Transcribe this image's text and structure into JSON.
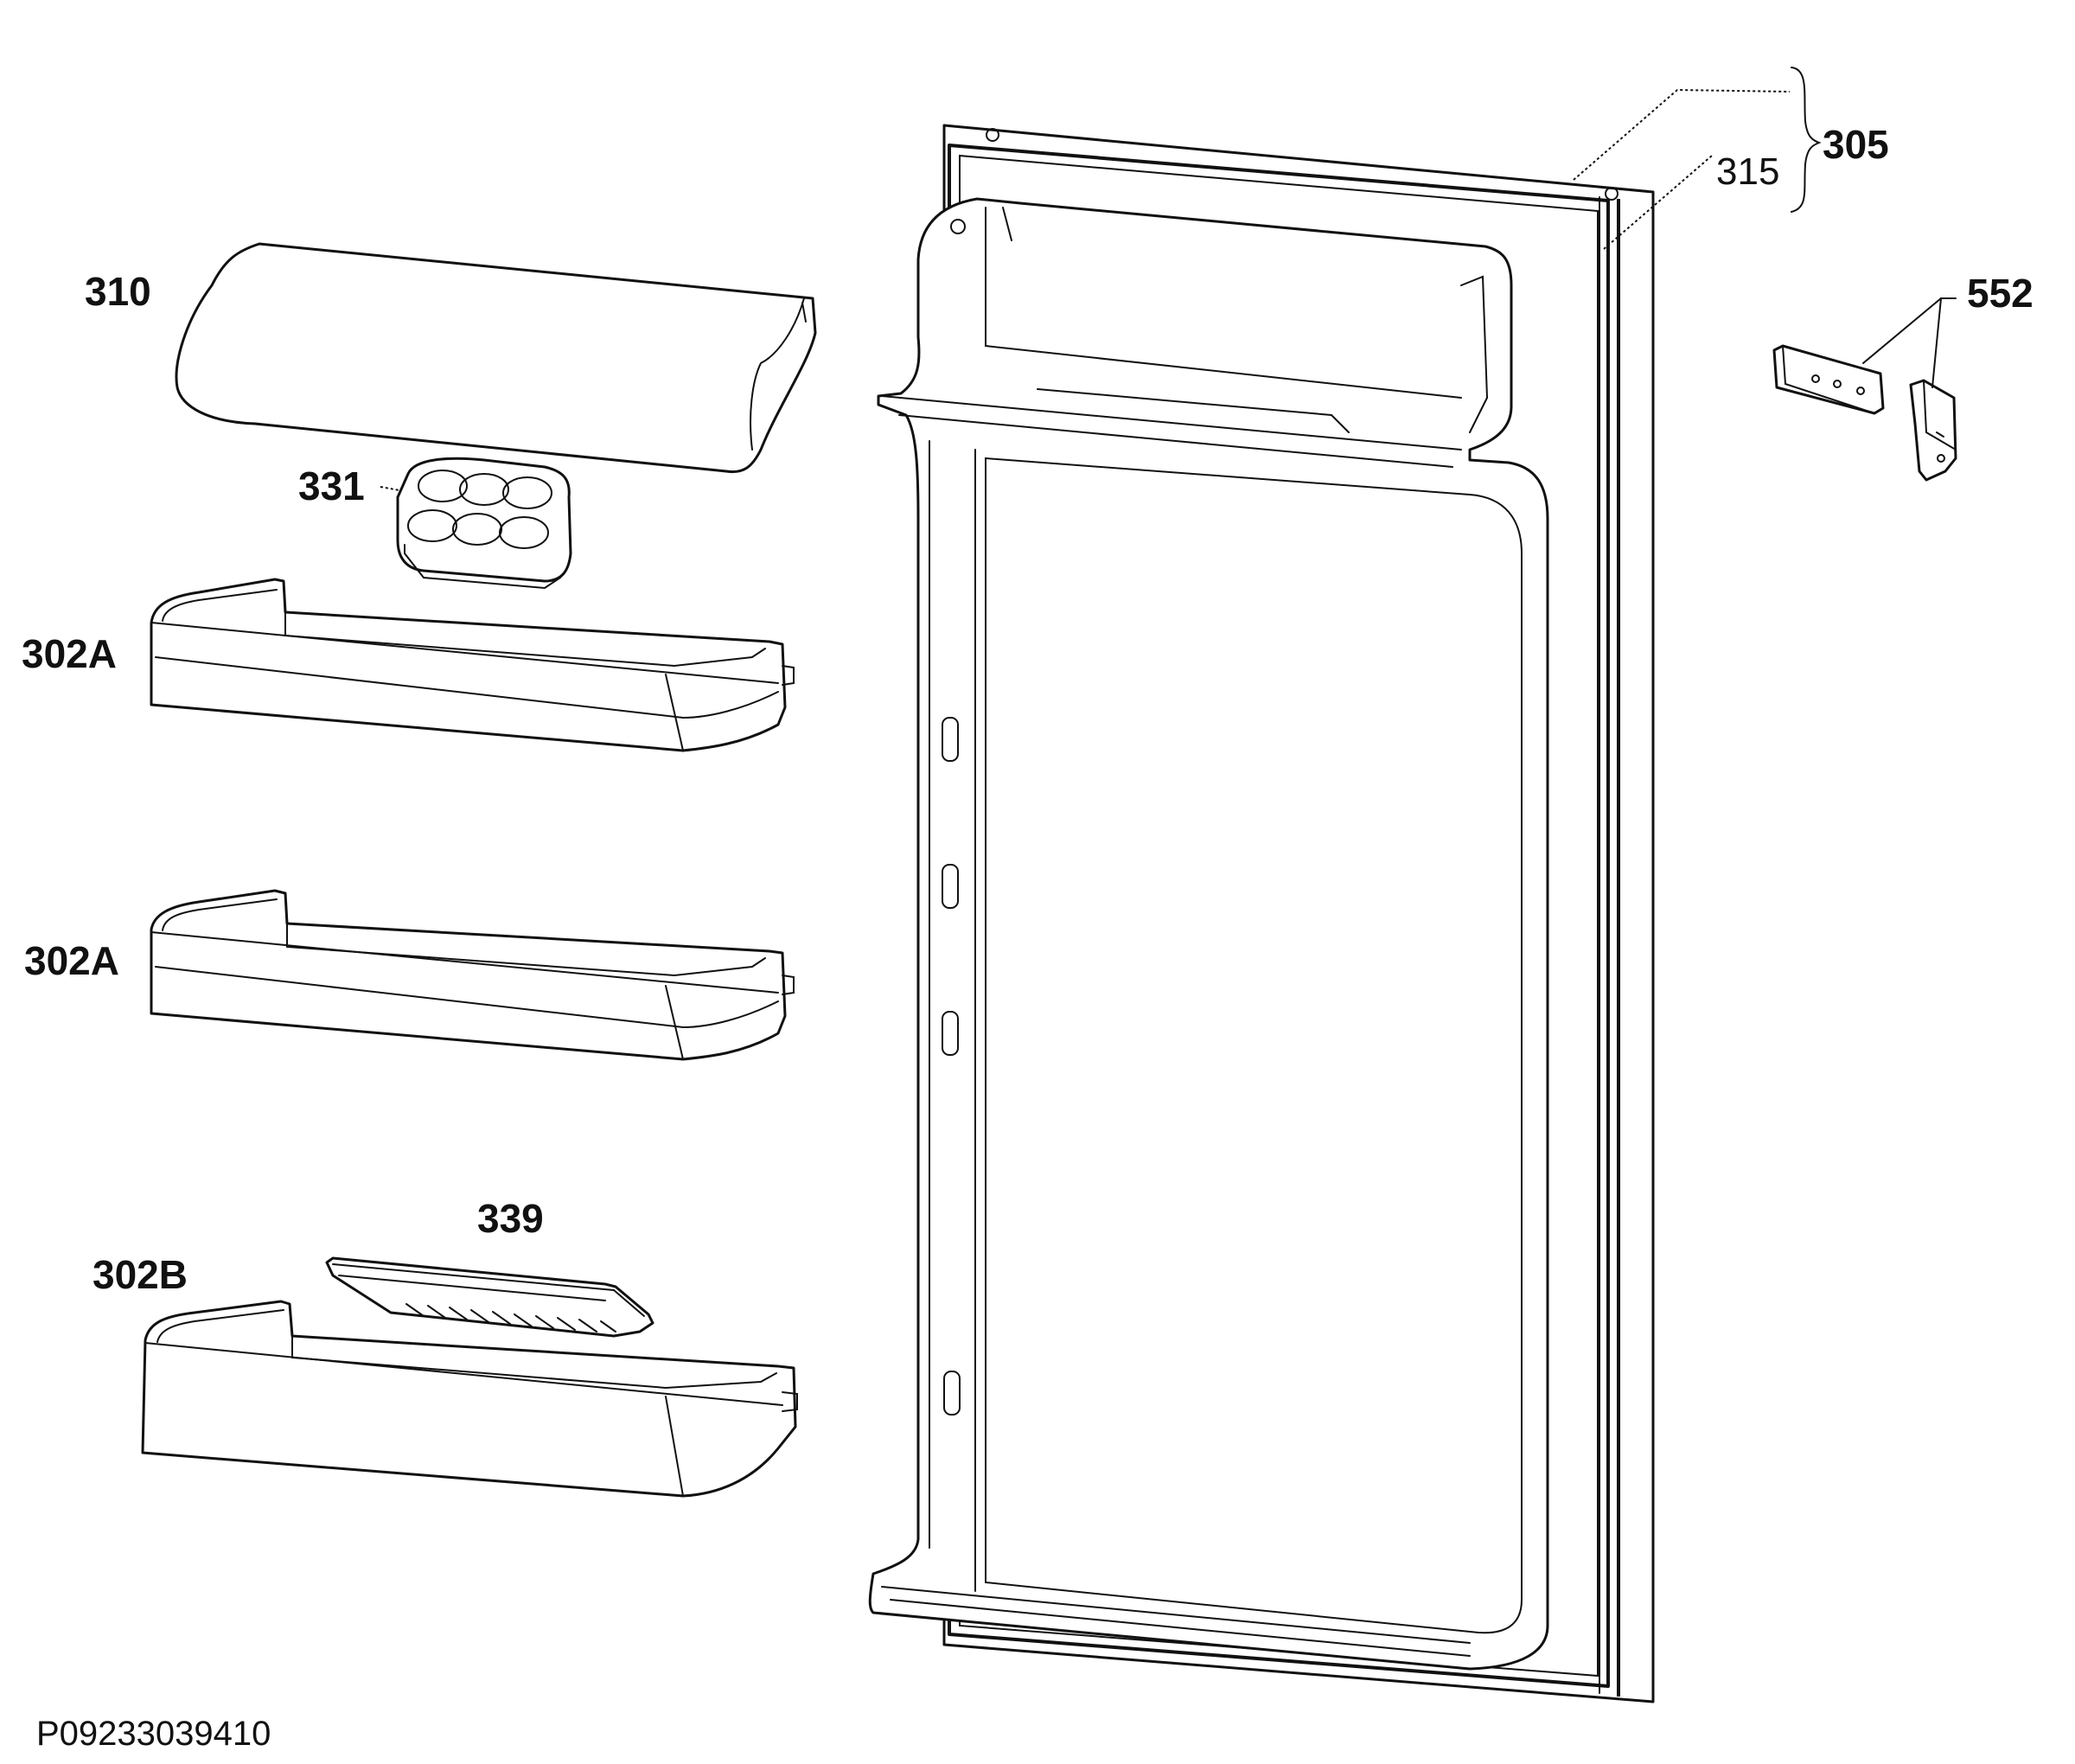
{
  "diagram": {
    "labels": {
      "p305": "305",
      "p315": "315",
      "p310": "310",
      "p331": "331",
      "p552": "552",
      "p302a_1": "302A",
      "p302a_2": "302A",
      "p339": "339",
      "p302b": "302B"
    },
    "drawing_code": "P09233039410"
  }
}
